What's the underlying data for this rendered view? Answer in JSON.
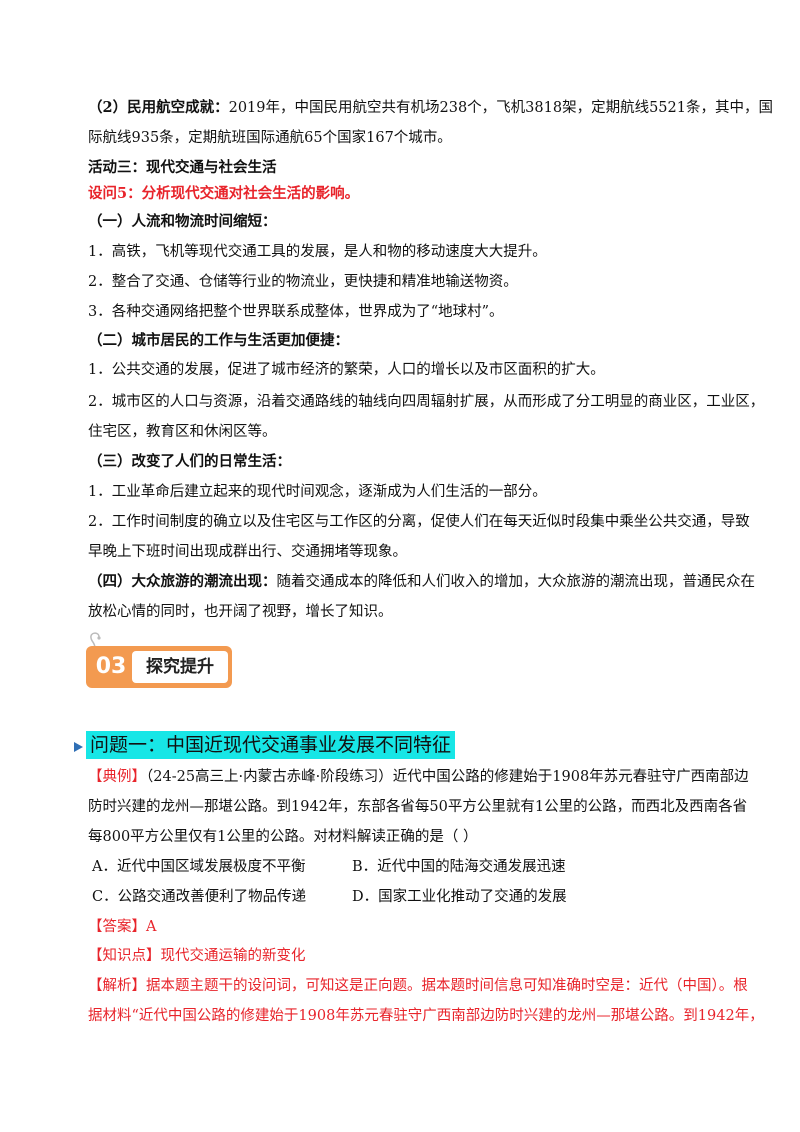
{
  "section1": {
    "title": "（2）民用航空成就：",
    "text_l1": "2019年，中国民用航空共有机场238个，飞机3818架，定期航线5521条，其中，国",
    "text_l2": "际航线935条，定期航班国际通航65个国家167个城市。"
  },
  "activity3": {
    "title": "活动三：现代交通与社会生活",
    "question": "设问5：分析现代交通对社会生活的影响。",
    "part1": {
      "title": "（一）人流和物流时间缩短：",
      "items": [
        "1．高铁，飞机等现代交通工具的发展，是人和物的移动速度大大提升。",
        "2．整合了交通、仓储等行业的物流业，更快捷和精准地输送物资。",
        "3．各种交通网络把整个世界联系成整体，世界成为了“地球村”。"
      ]
    },
    "part2": {
      "title": "（二）城市居民的工作与生活更加便捷：",
      "item1": "1．公共交通的发展，促进了城市经济的繁荣，人口的增长以及市区面积的扩大。",
      "item2_l1": "2．城市区的人口与资源，沿着交通路线的轴线向四周辐射扩展，从而形成了分工明显的商业区，工业区，",
      "item2_l2": "住宅区，教育区和休闲区等。"
    },
    "part3": {
      "title": "（三）改变了人们的日常生活：",
      "item1": "1．工业革命后建立起来的现代时间观念，逐渐成为人们生活的一部分。",
      "item2_l1": "2．工作时间制度的确立以及住宅区与工作区的分离，促使人们在每天近似时段集中乘坐公共交通，导致",
      "item2_l2": "早晚上下班时间出现成群出行、交通拥堵等现象。"
    },
    "part4": {
      "title": "（四）大众旅游的潮流出现：",
      "text_l1": "随着交通成本的降低和人们收入的增加，大众旅游的潮流出现，普通民众在",
      "text_l2": "放松心情的同时，也开阔了视野，增长了知识。"
    }
  },
  "badge": {
    "number": "03",
    "label": "探究提升",
    "color": "#f39a50"
  },
  "question1": {
    "title": "问题一：中国近现代交通事业发展不同特征",
    "highlight_color": "#17e6e6",
    "example": {
      "tag": "【典例】",
      "stem_l1": "（24-25高三上·内蒙古赤峰·阶段练习）近代中国公路的修建始于1908年苏元春驻守广西南部边",
      "stem_l2": "防时兴建的龙州—那堪公路。到1942年，东部各省每50平方公里就有1公里的公路，而西北及西南各省",
      "stem_l3": "每800平方公里仅有1公里的公路。对材料解读正确的是（    ）",
      "options": {
        "A": "A．近代中国区域发展极度不平衡",
        "B": "B．近代中国的陆海交通发展迅速",
        "C": "C．公路交通改善便利了物品传递",
        "D": "D．国家工业化推动了交通的发展"
      }
    },
    "answer": "【答案】A",
    "knowledge": "【知识点】现代交通运输的新变化",
    "analysis_l1": "【解析】据本题主题干的设问词，可知这是正向题。据本题时间信息可知准确时空是：近代（中国）。根",
    "analysis_l2": "据材料“近代中国公路的修建始于1908年苏元春驻守广西南部边防时兴建的龙州—那堪公路。到1942年，"
  }
}
